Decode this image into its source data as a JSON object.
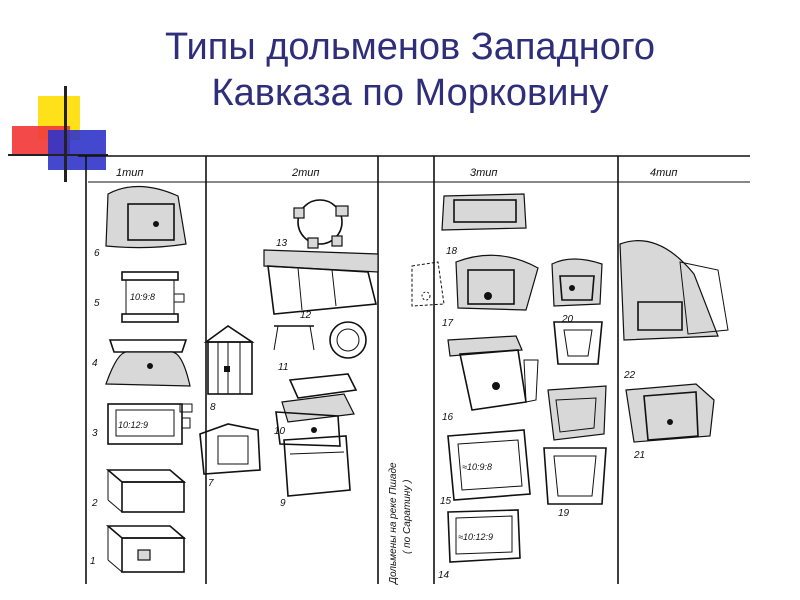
{
  "title": {
    "line1": "Типы дольменов Западного",
    "line2": "Кавказа по Морковину"
  },
  "figure": {
    "column_headers": [
      "1тип",
      "2тип",
      "3тип",
      "4тип"
    ],
    "side_label_line1": "Дольмены на реке Пшаде",
    "side_label_line2": "( по Саратину )",
    "numbers": [
      "1",
      "2",
      "3",
      "4",
      "5",
      "6",
      "7",
      "8",
      "9",
      "10",
      "11",
      "12",
      "13",
      "14",
      "15",
      "16",
      "17",
      "18",
      "19",
      "20",
      "21",
      "22"
    ],
    "dimensions": [
      "10:12:9",
      "10:9:8",
      "≈10:9:8",
      "≈10:12:9"
    ]
  }
}
